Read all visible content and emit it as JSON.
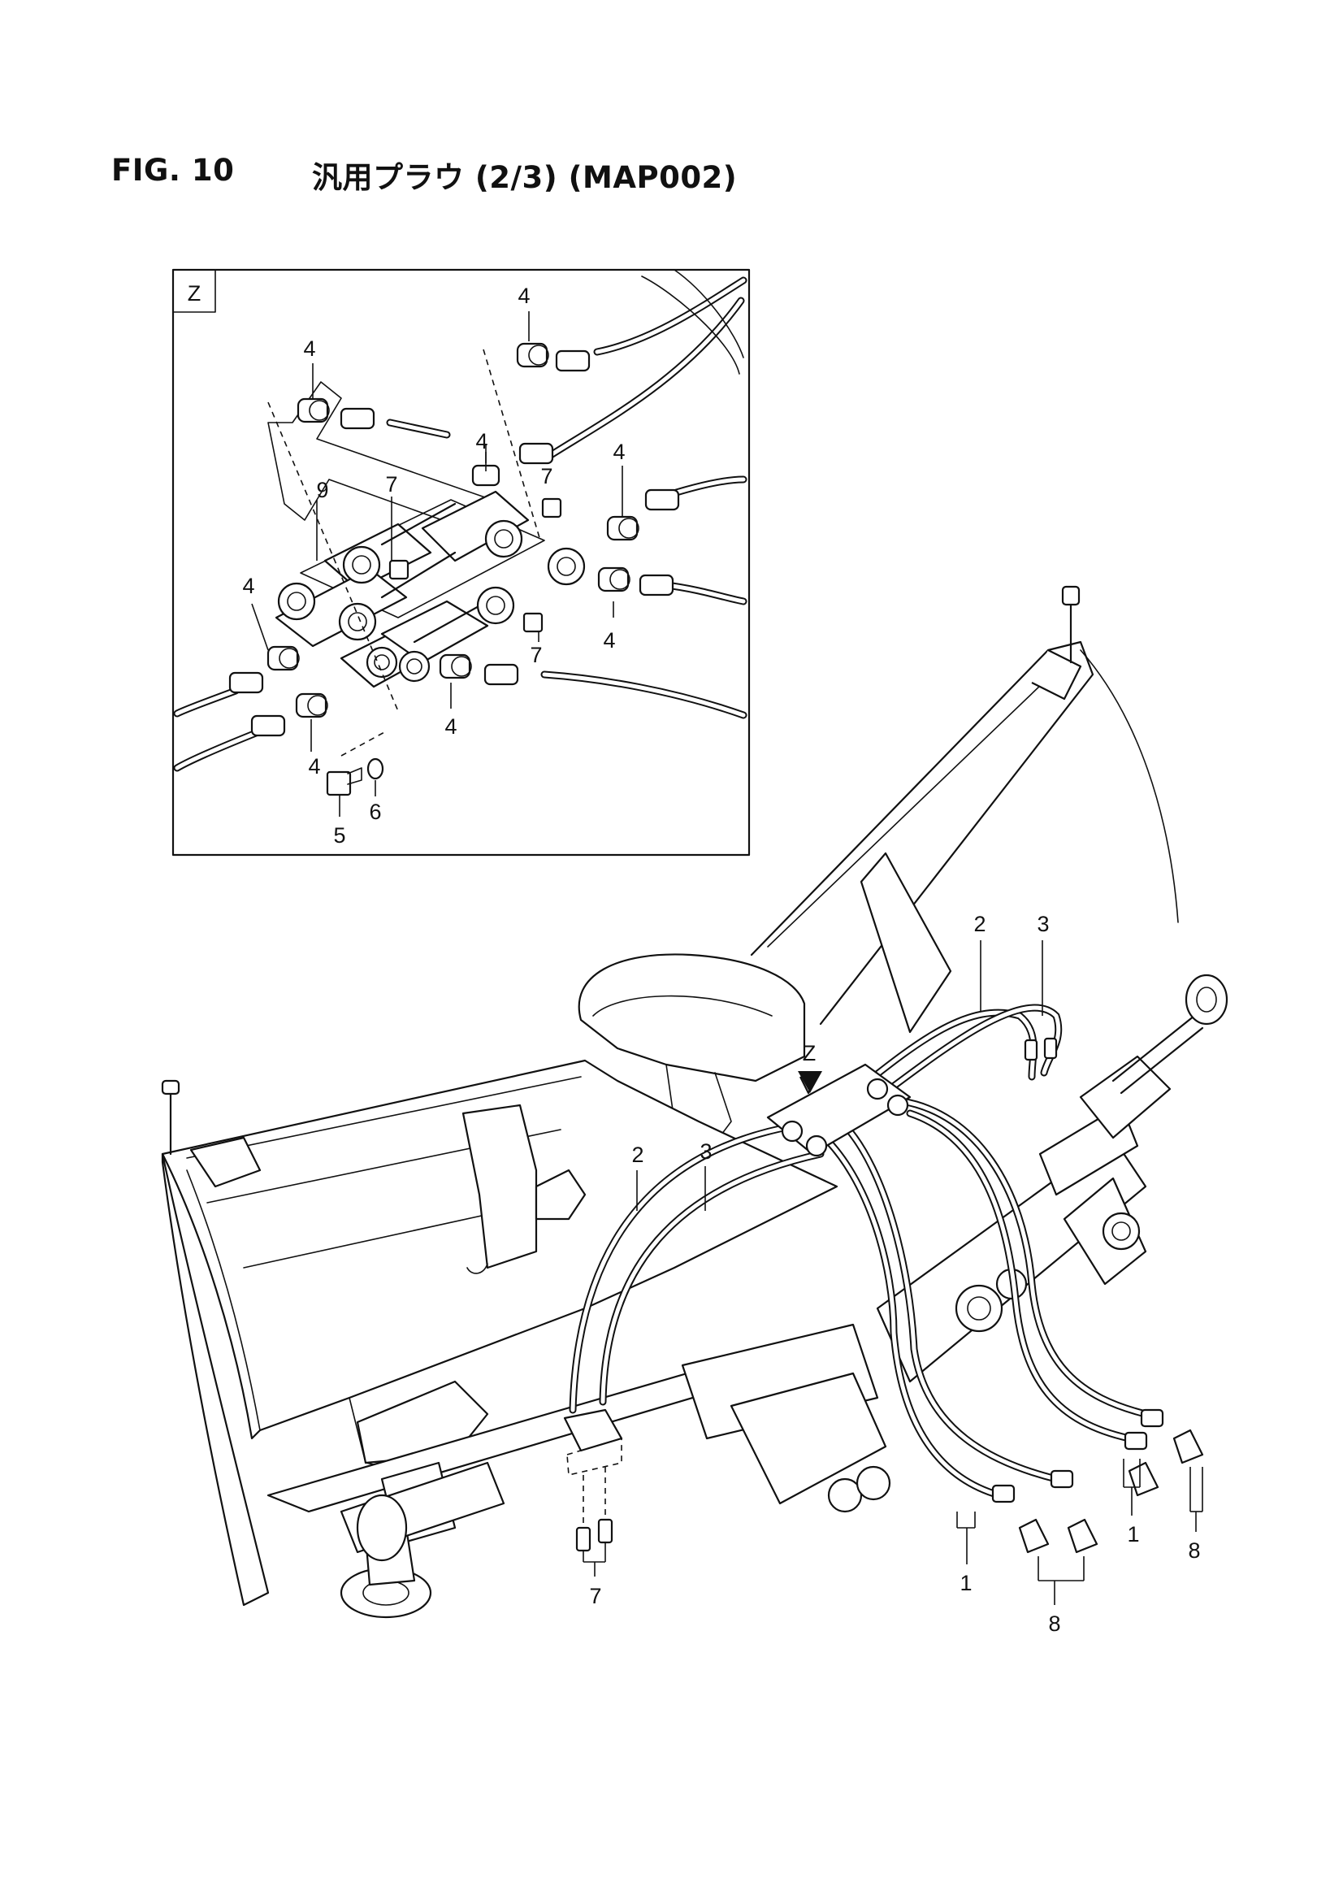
{
  "header": {
    "fig_number": "FIG. 10",
    "fig_title": "汎用プラウ (2/3) (MAP002)"
  },
  "detail_view": {
    "label": "Z",
    "callouts": [
      "4",
      "4",
      "4",
      "4",
      "4",
      "4",
      "4",
      "4",
      "9",
      "7",
      "7",
      "7",
      "5",
      "6"
    ]
  },
  "main_view": {
    "view_marker": "Z",
    "callouts": [
      "2",
      "3",
      "2",
      "3",
      "1",
      "1",
      "8",
      "8",
      "7"
    ]
  }
}
